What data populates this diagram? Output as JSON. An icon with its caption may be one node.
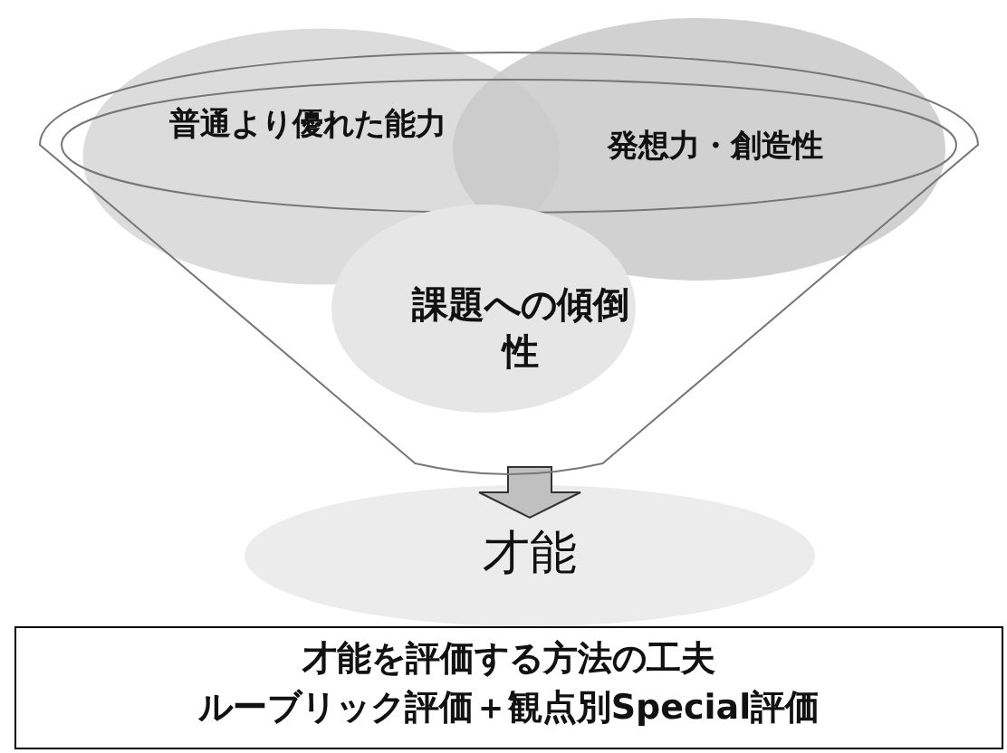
{
  "diagram": {
    "nodes": [
      {
        "text": [],
        "shape": "funnel"
      },
      {
        "text": [
          "普通より優れた能力"
        ]
      },
      {
        "text": [
          "発想力・創造性"
        ]
      },
      {
        "text": [
          "課題への傾倒性"
        ],
        "in": 0
      },
      {
        "text": [
          "才能"
        ]
      },
      {
        "text": [
          "才能を評価する方法の工夫",
          "ルーブリック評価＋観点別Special評価"
        ]
      }
    ],
    "edges": [
      {
        "from": 0,
        "to": 4,
        "arrow": "to",
        "style": "thick"
      }
    ]
  }
}
